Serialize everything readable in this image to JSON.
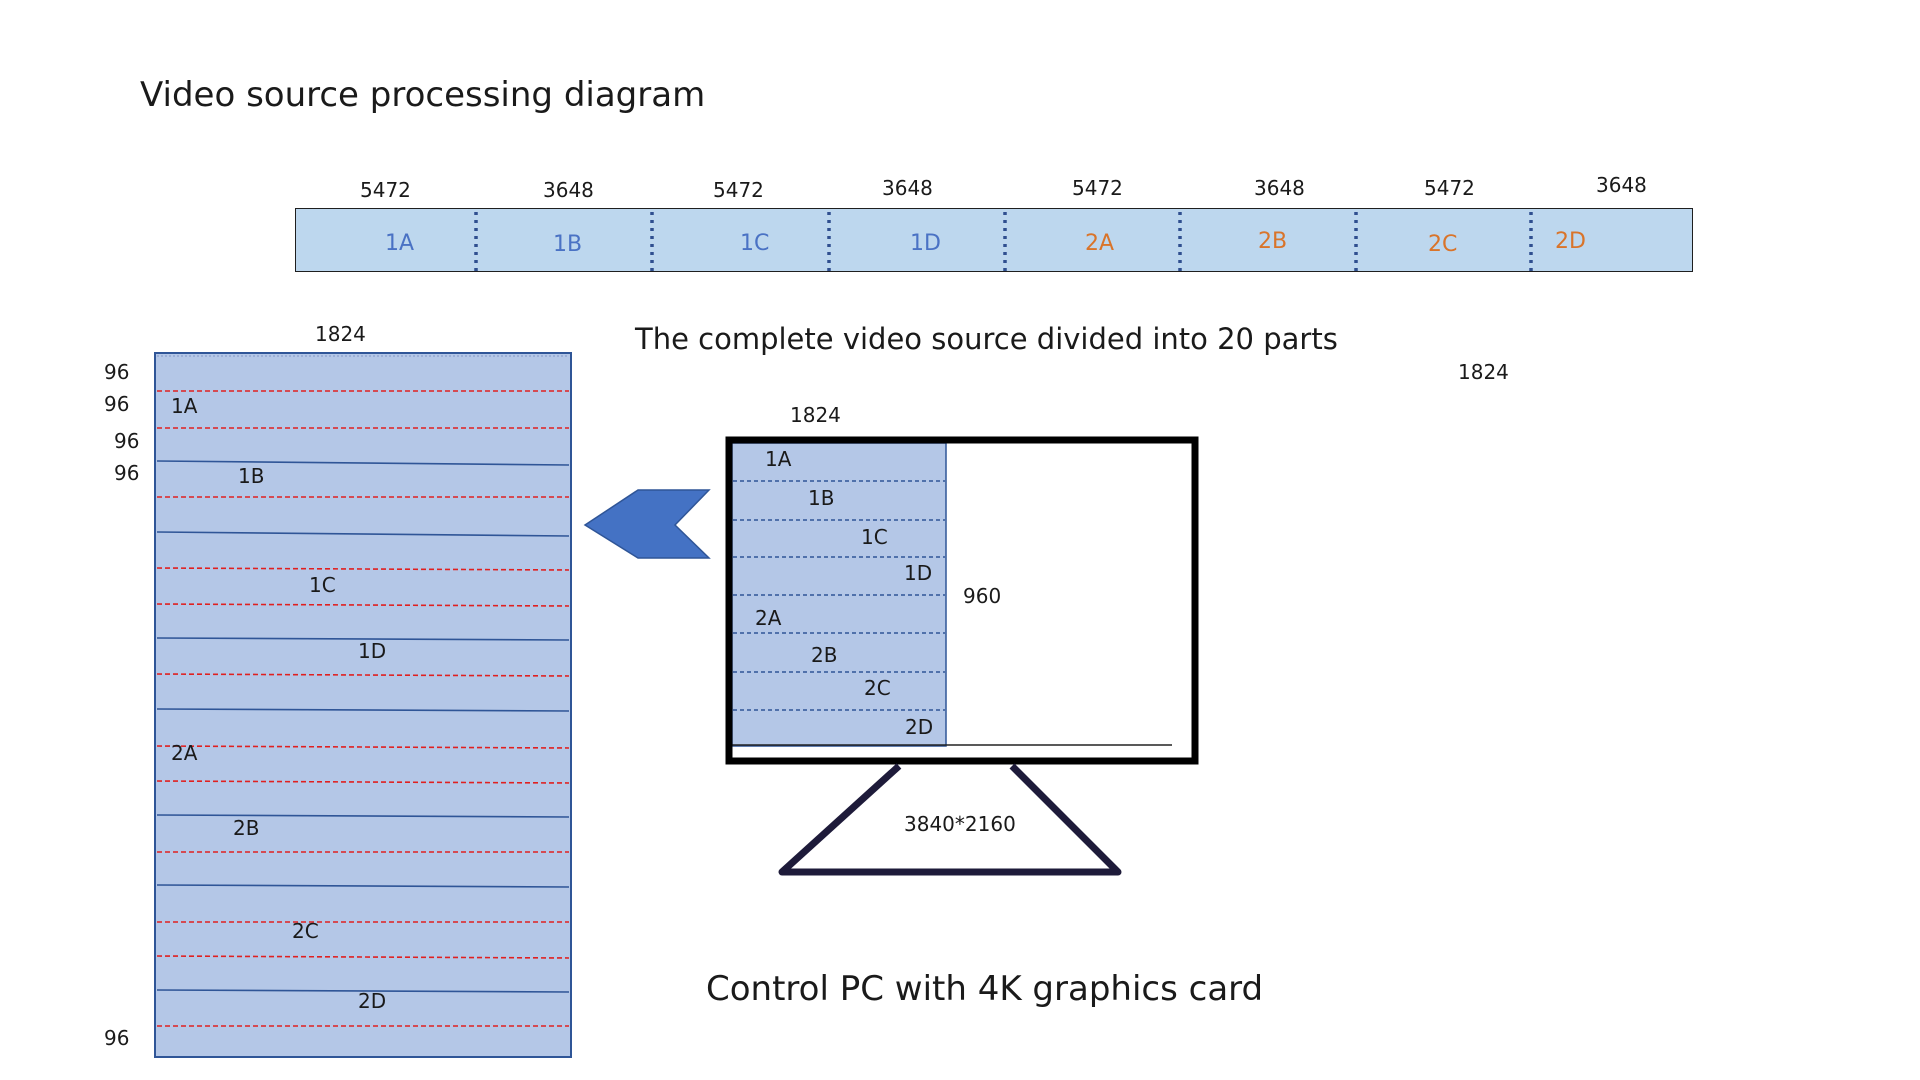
{
  "title": "Video source processing diagram",
  "subtitle": "The complete video source divided into 20 parts",
  "caption": "Control PC with 4K graphics card",
  "colors": {
    "band_fill": "#bdd7ee",
    "strip_fill": "#b4c7e7",
    "strip_border": "#2f5597",
    "red_divider": "#e02020",
    "blue_label": "#4a72c4",
    "orange_label": "#d9742a",
    "arrow_fill": "#4472c4",
    "monitor_frame": "#000000",
    "stand": "#1e1b3a"
  },
  "source_band": {
    "segments": [
      {
        "label": "1A",
        "width_value": "5472",
        "group": 1
      },
      {
        "label": "1B",
        "width_value": "3648",
        "group": 1
      },
      {
        "label": "1C",
        "width_value": "5472",
        "group": 1
      },
      {
        "label": "1D",
        "width_value": "3648",
        "group": 1
      },
      {
        "label": "2A",
        "width_value": "5472",
        "group": 2
      },
      {
        "label": "2B",
        "width_value": "3648",
        "group": 2
      },
      {
        "label": "2C",
        "width_value": "5472",
        "group": 2
      },
      {
        "label": "2D",
        "width_value": "3648",
        "group": 2
      }
    ]
  },
  "strip": {
    "width_label": "1824",
    "row_height_labels": [
      "96",
      "96",
      "96",
      "96",
      "96"
    ],
    "part_labels": [
      "1A",
      "1B",
      "1C",
      "1D",
      "2A",
      "2B",
      "2C",
      "2D"
    ]
  },
  "monitor": {
    "width_label": "1824",
    "height_label": "960",
    "resolution_label": "3840*2160",
    "part_labels": [
      "1A",
      "1B",
      "1C",
      "1D",
      "2A",
      "2B",
      "2C",
      "2D"
    ]
  },
  "stray_label": "1824",
  "icons": {
    "arrow": "left-arrow-icon",
    "monitor": "monitor-icon"
  }
}
